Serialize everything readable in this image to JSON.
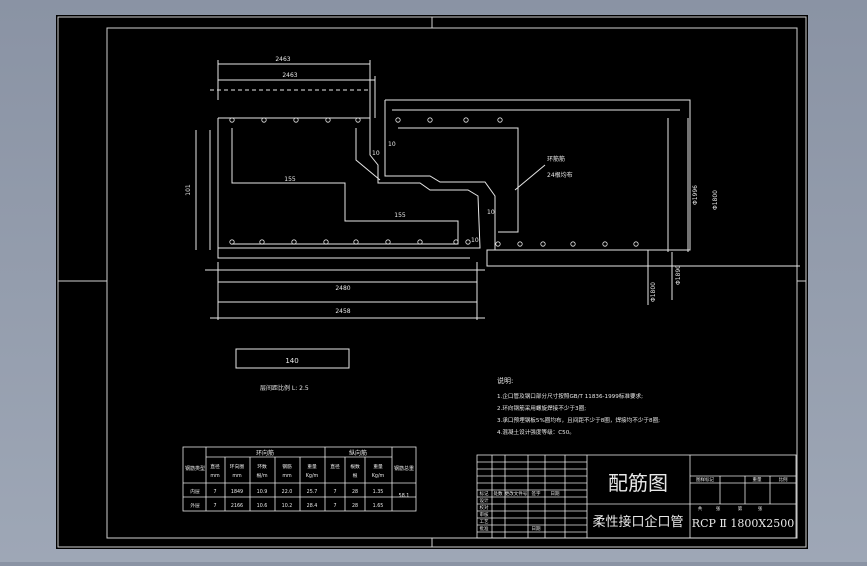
{
  "colors": {
    "background": "#8a93a4",
    "sheet": "#000000",
    "lines": "#e6e6e6",
    "text": "#e8e8e8"
  },
  "section_view": {
    "dims_top": [
      "2463",
      "2463"
    ],
    "dim_left": "101",
    "dim_inner_1": "155",
    "dim_inner_2": "155",
    "joint_labels": [
      "10",
      "10",
      "10",
      "10"
    ],
    "callout_1": "环筋筋",
    "callout_2": "24根均布",
    "dims_right": [
      "Φ1996",
      "Φ1800",
      "Φ1800",
      "Φ1890"
    ],
    "dims_bottom": [
      "2480",
      "2458"
    ]
  },
  "steel_strip": {
    "value": "140",
    "caption": "层间距比例 L: 2.5"
  },
  "notes": {
    "title": "说明:",
    "lines": [
      "1.企口管及钢口部分尺寸按照GB/T 11836-1999标准要求;",
      "2.环向钢筋采用螺旋焊接不少于3圈;",
      "3.承口预埋钢板5%圈均布，且间距不少于8圈，焊接均不少于8圈;",
      "4.混凝土设计强度等级：C50。"
    ]
  },
  "rebar_table": {
    "group_headers": [
      "环向筋",
      "纵向筋"
    ],
    "row_header": "钢筋类型",
    "total_header": "钢筋总重",
    "sub_headers": [
      "直径\nmm",
      "环向圈\nmm",
      "环数\n根/m",
      "钢筋\nmm",
      "重量\nKg/m",
      "直径",
      "根数\n根",
      "重量\nKg/m"
    ],
    "rows": [
      {
        "name": "内层",
        "cells": [
          "7",
          "1849",
          "10.9",
          "22.0",
          "25.7",
          "7",
          "28",
          "1.35"
        ],
        "total": "58.1"
      },
      {
        "name": "外层",
        "cells": [
          "7",
          "2166",
          "10.6",
          "10.2",
          "28.4",
          "7",
          "28",
          "1.65"
        ],
        "total": ""
      }
    ]
  },
  "title_block": {
    "drawing_title": "配筋图",
    "part_name": "柔性接口企口管",
    "code": "RCP Ⅱ 1800X2500",
    "labels": [
      "标记",
      "处数",
      "更改文件号",
      "签字",
      "日期"
    ],
    "roles": [
      "设计",
      "校对",
      "审核",
      "工艺",
      "批准"
    ],
    "date_label": "日期",
    "stage_headers": [
      "图样标记",
      "重量",
      "比例"
    ],
    "sheet_headers": [
      "共",
      "张",
      "第",
      "张"
    ]
  }
}
